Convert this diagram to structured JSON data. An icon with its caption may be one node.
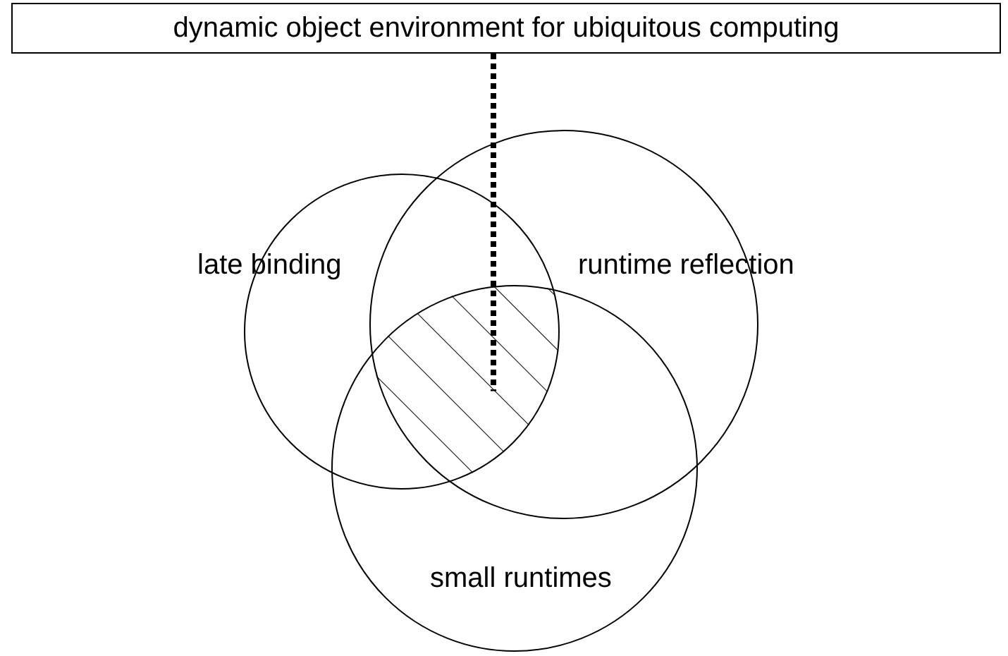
{
  "diagram": {
    "nodes": [
      {
        "text": [
          "dynamic object environment for ubiquitous computing"
        ]
      },
      {
        "text": [
          "late binding"
        ]
      },
      {
        "text": [
          "runtime reflection"
        ]
      },
      {
        "text": [
          "small runtimes"
        ]
      },
      {
        "text": [],
        "shape": "area"
      }
    ],
    "edges": [
      {
        "from": 0,
        "to": 4,
        "arrow": "none",
        "style": "dashed"
      }
    ]
  }
}
